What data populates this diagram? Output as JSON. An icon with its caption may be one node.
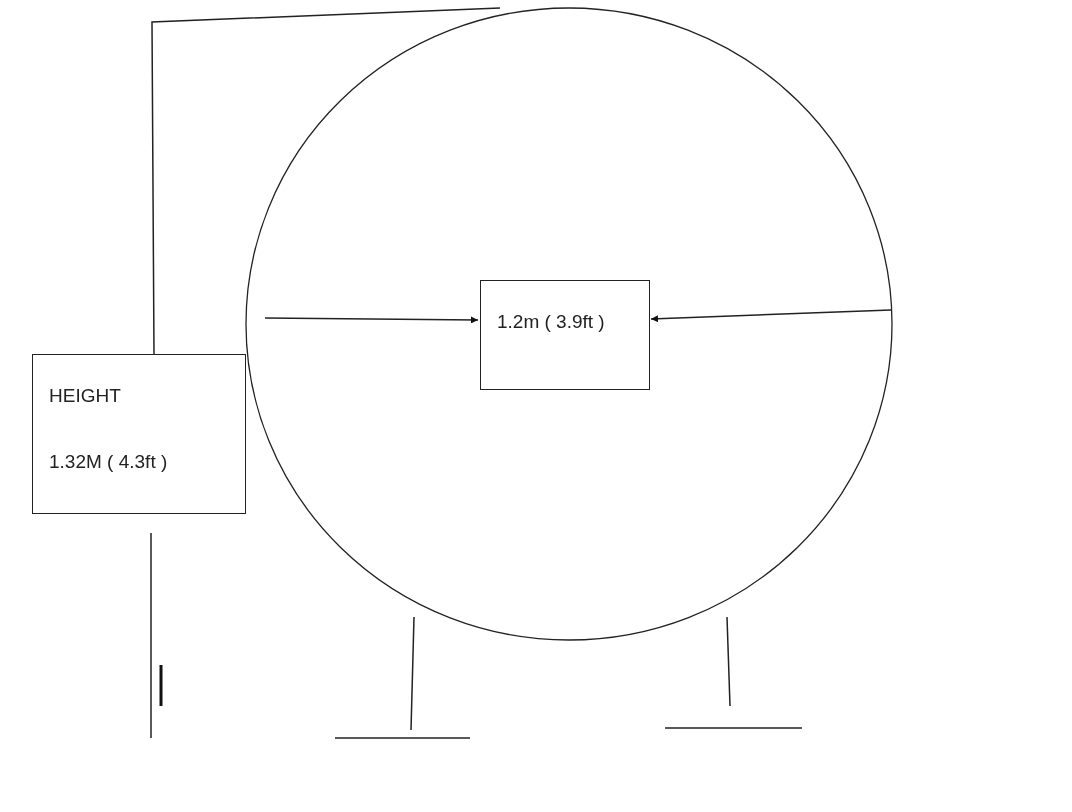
{
  "diagram": {
    "nodes": [
      {
        "text": [],
        "shape": "circle"
      },
      {
        "text": [
          "1.2m ( 3.9ft )"
        ],
        "in": 0
      },
      {
        "text": [
          "HEIGHT",
          "1.32M ( 4.3ft )"
        ]
      }
    ],
    "edges": [
      {
        "from": 0,
        "to": 1,
        "arrow": "to"
      },
      {
        "from": 0,
        "to": 1,
        "arrow": "to"
      }
    ]
  }
}
